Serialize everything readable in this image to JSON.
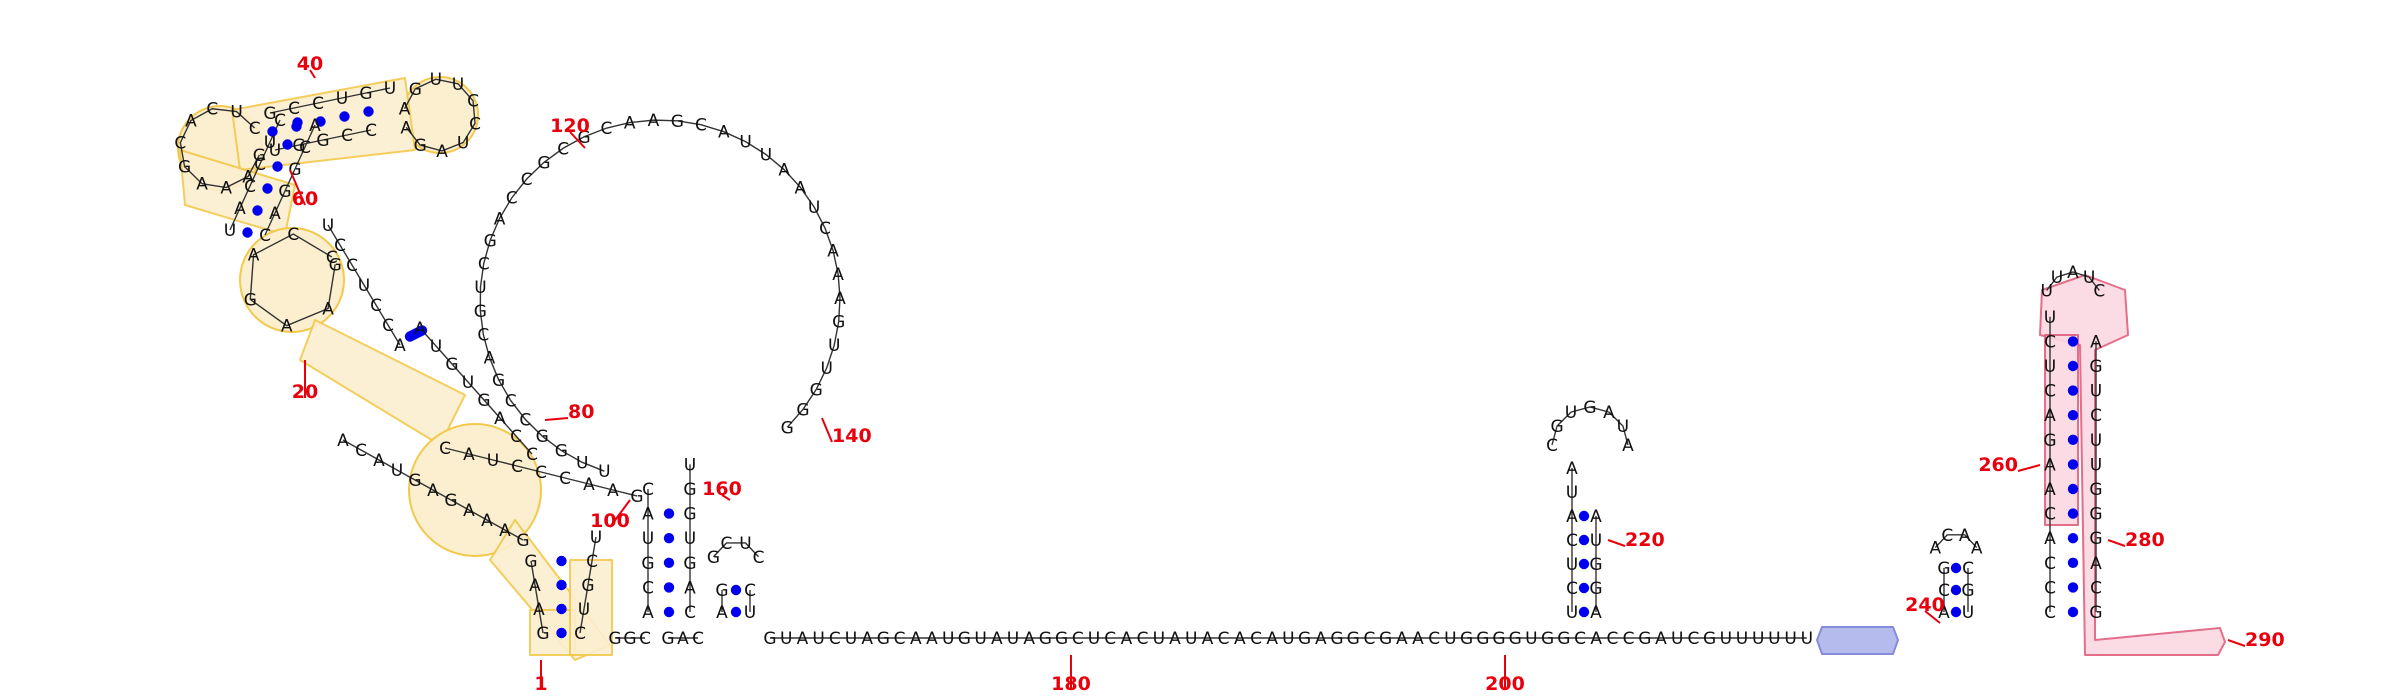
{
  "colors": {
    "nucleotide": "#111111",
    "backbone": "#333333",
    "base_pair": "#0000ee",
    "number_label": "#e8000d",
    "highlight_yellow_fill": "#fcefd0",
    "highlight_yellow_stroke": "#f2c94c",
    "highlight_blue_fill": "#aeb4ec",
    "highlight_blue_stroke": "#7a7fd6",
    "highlight_pink_fill": "#fbd9e2",
    "highlight_pink_stroke": "#e0607f"
  },
  "position_labels": [
    "1",
    "20",
    "40",
    "60",
    "80",
    "100",
    "120",
    "140",
    "160",
    "180",
    "200",
    "220",
    "240",
    "260",
    "280",
    "290"
  ],
  "tail_sequence": "G-U-A-U-C-U-A-G-C-A-A-U-G-U-A-U-A-G-G-C-U-C-A-C-U-A-U-A-C-A-C-A-U-G-A-G-G-C-G-A-A-C-U-G-G-G-G-U-G-G-C-A-C-C-G-A-U-C-G-U-U-U-U-U-U"
}
